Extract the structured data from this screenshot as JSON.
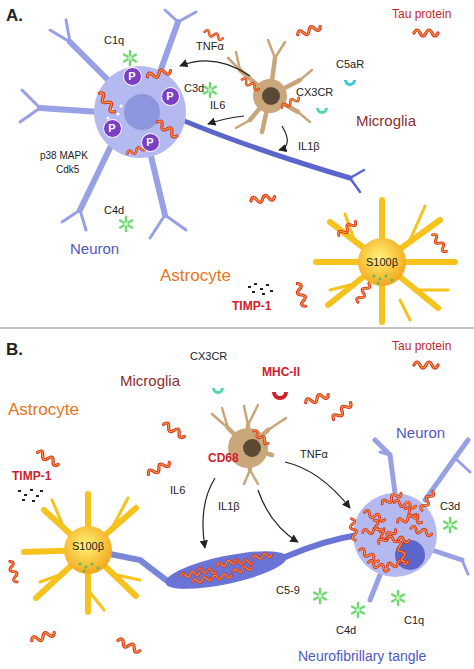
{
  "diagram": {
    "nodes": [
      {
        "text": [
          "P"
        ]
      },
      {
        "text": [
          "P"
        ]
      },
      {
        "text": [
          "P"
        ]
      },
      {
        "text": [
          "P"
        ]
      }
    ],
    "labels": [
      "A.",
      "Tau protein",
      "C1q",
      "TNFα",
      "C5aR",
      "CX3CR",
      "C3d",
      "IL6",
      "IL1β",
      "p38 MAPK",
      "Cdk5",
      "Microglia",
      "Neuron",
      "C4d",
      "Astrocyte",
      "S100β",
      "TIMP-1",
      "B.",
      "Tau protein",
      "CX3CR",
      "Microglia",
      "MHC-II",
      "Astrocyte",
      "TIMP-1",
      "CD68",
      "IL6",
      "IL1β",
      "TNFα",
      "S100β",
      "C3d",
      "C5-9",
      "C4d",
      "C1q",
      "Neuron",
      "Neurofibrillary tangle"
    ]
  }
}
